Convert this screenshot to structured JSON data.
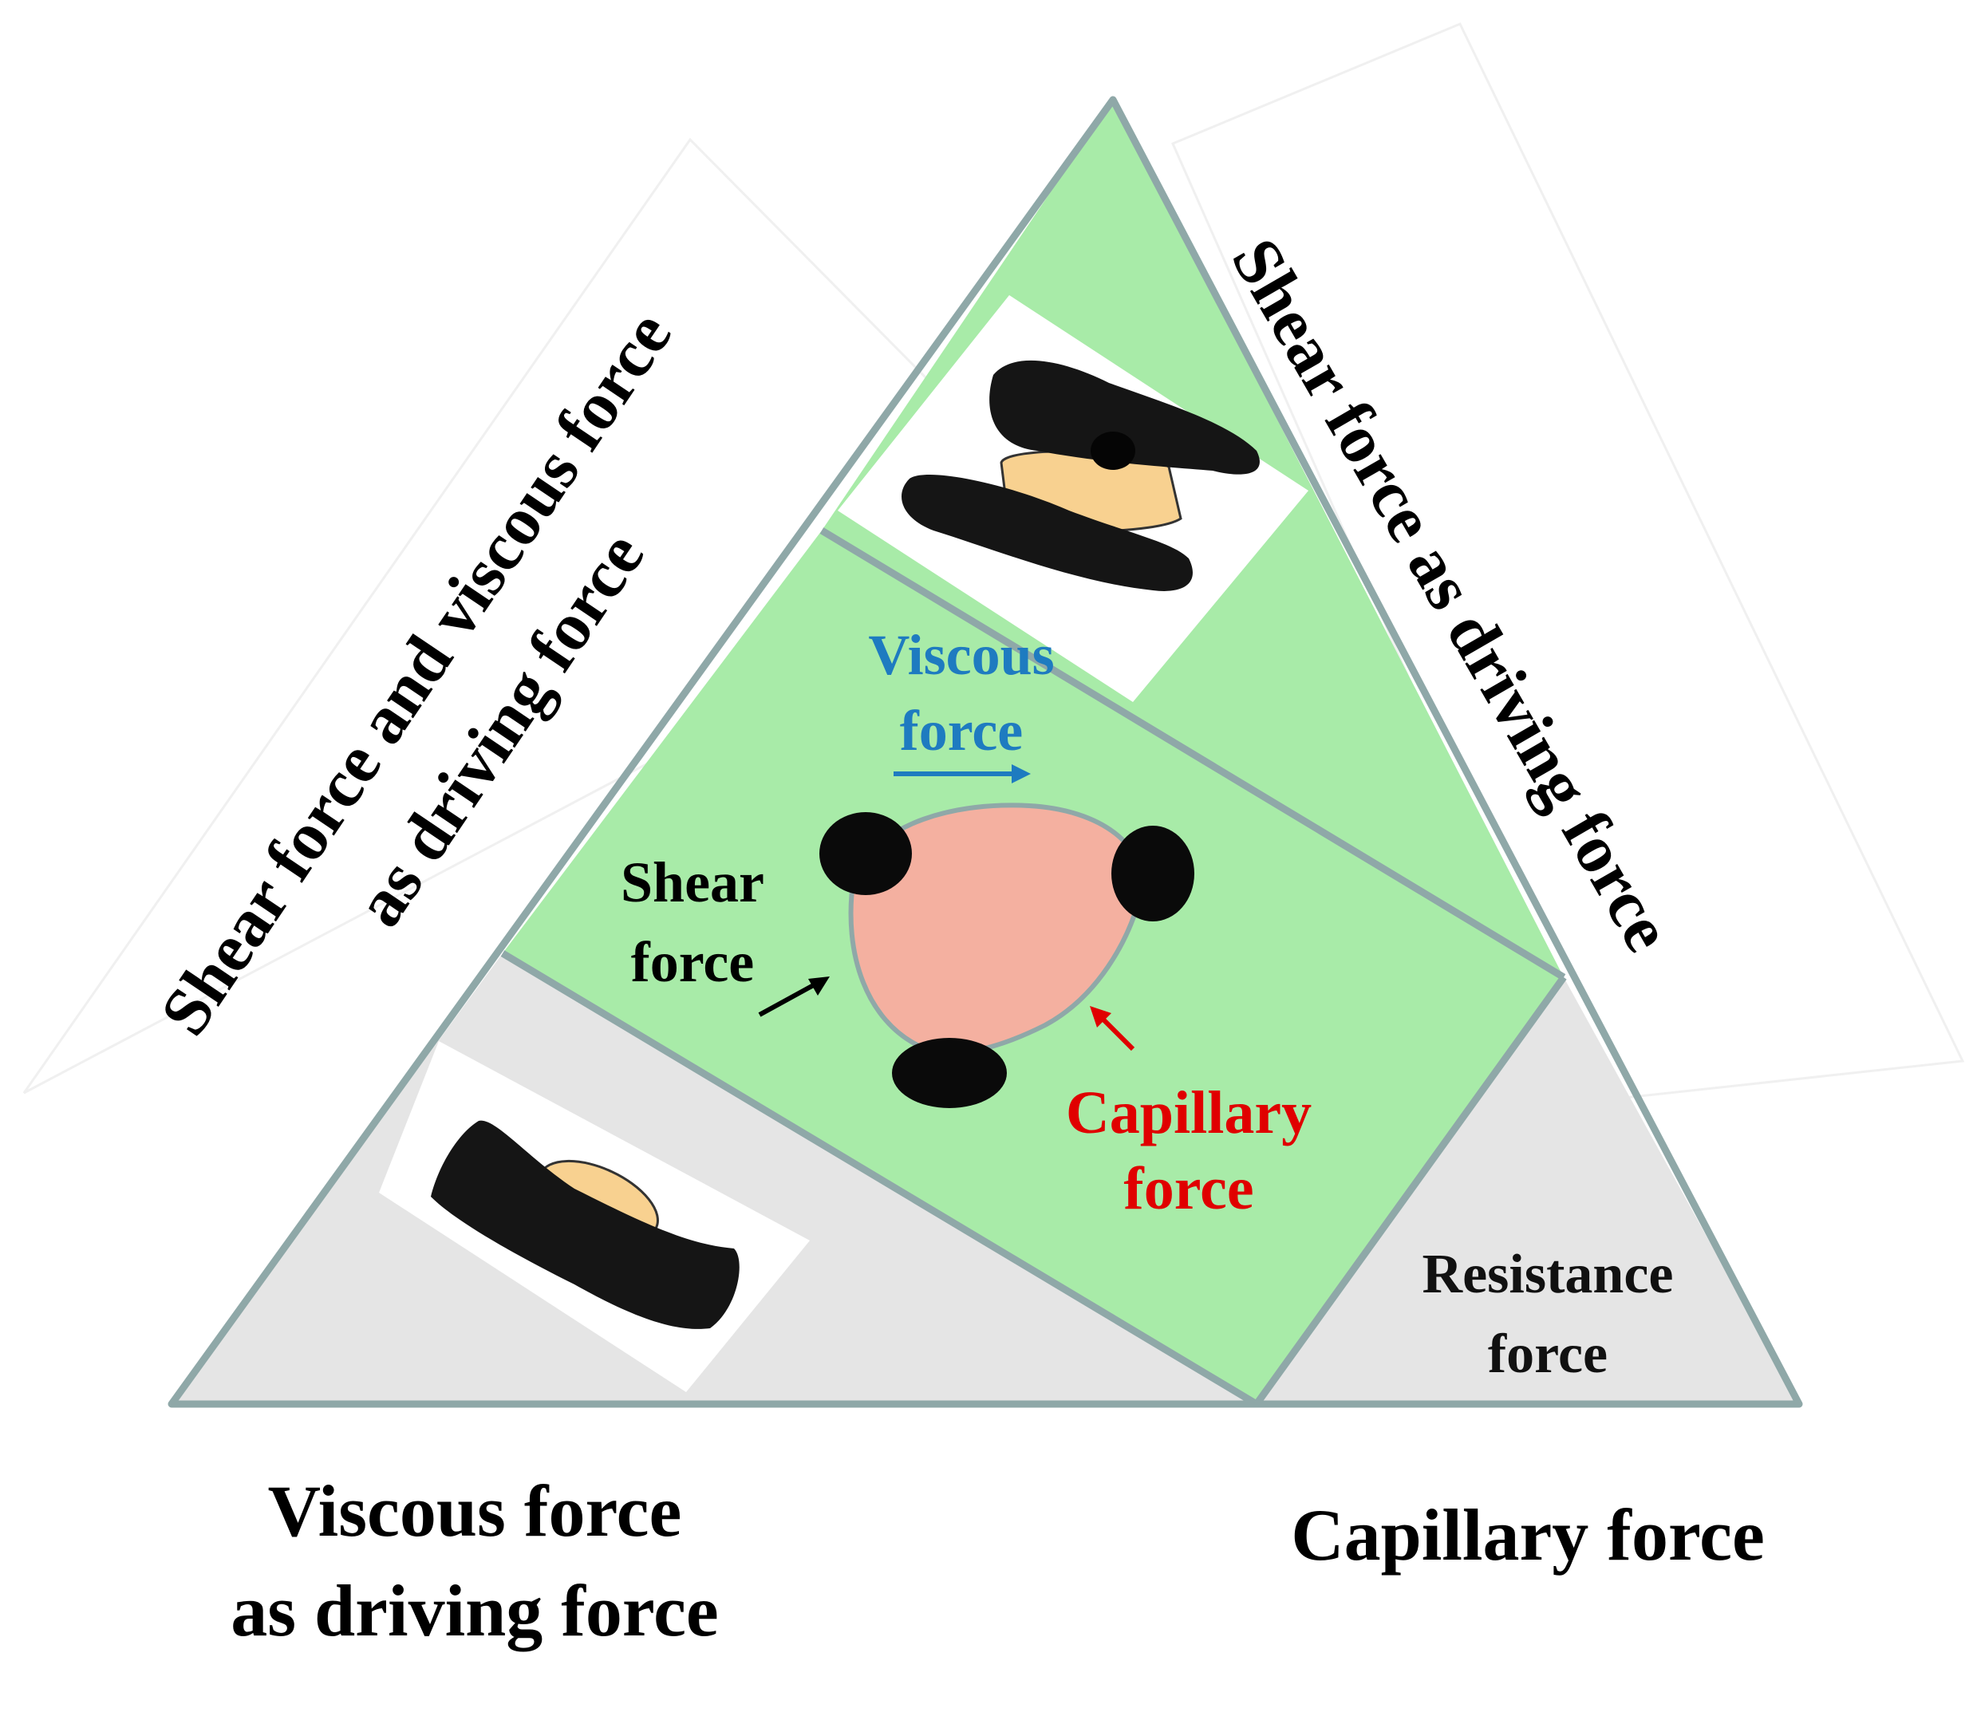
{
  "labels": {
    "left_side": [
      "Shear force and viscous force",
      "as driving force"
    ],
    "right_side": "Shear force as driving force",
    "bottom_left": [
      "Viscous force",
      "as driving force"
    ],
    "bottom_right": "Capillary force",
    "resistance": [
      "Resistance",
      "force"
    ],
    "viscous_arrow": [
      "Viscous",
      "force"
    ],
    "shear_arrow": [
      "Shear",
      "force"
    ],
    "capillary_arrow": [
      "Capillary",
      "force"
    ]
  },
  "colors": {
    "green_region": "#a8eba8",
    "grey_region": "#e5e5e5",
    "outline": "#8fa8a8",
    "particle": "#151515",
    "liquid": "#f8d190",
    "droplet": "#f4b0a0",
    "viscous_text": "#1e7bc0",
    "capillary_text": "#e00000",
    "text": "#000000"
  }
}
